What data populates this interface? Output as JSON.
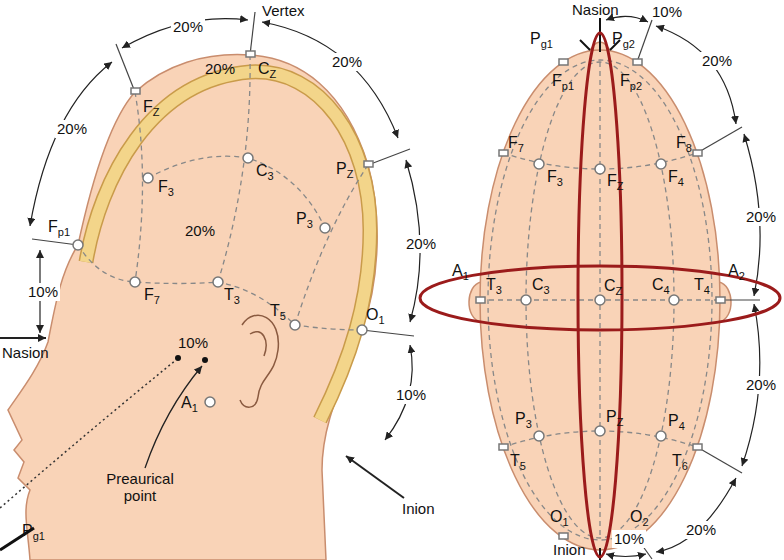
{
  "diagram": {
    "labels": [
      "20%",
      "Vertex",
      "20%",
      "20%",
      "FZ",
      "CZ",
      "20%",
      "F3",
      "C3",
      "Fp1",
      "PZ",
      "20%",
      "P3",
      "10%",
      "20%",
      "F7",
      "T3",
      "T5",
      "O1",
      "Nasion",
      "10%",
      "10%",
      "Preaurical point",
      "A1",
      "Inion",
      "Pg1",
      "Nasion",
      "10%",
      "Pg1",
      "Pg2",
      "Fp1",
      "Fp2",
      "20%",
      "F7",
      "F3",
      "FZ",
      "F4",
      "F8",
      "20%",
      "A1",
      "T3",
      "C3",
      "CZ",
      "C4",
      "T4",
      "A2",
      "20%",
      "T5",
      "P3",
      "PZ",
      "P4",
      "T6",
      "O1",
      "O2",
      "20%",
      "Inion",
      "10%"
    ]
  }
}
